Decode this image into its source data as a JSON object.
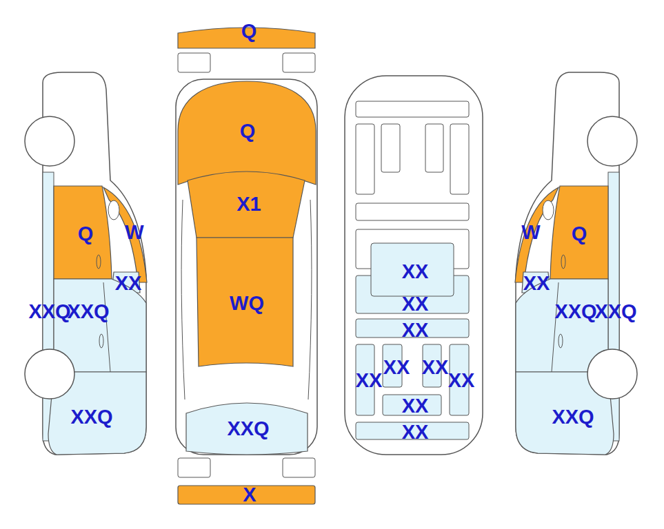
{
  "diagram": {
    "labels": [
      "Q",
      "Q",
      "X1",
      "WQ",
      "XXQ",
      "X",
      "Q",
      "W",
      "XX",
      "XXQ",
      "XXQ",
      "XXQ",
      "XX",
      "XX",
      "XX",
      "XX",
      "XX",
      "XX",
      "XX",
      "XX",
      "XX",
      "W",
      "Q",
      "XX",
      "XXQ",
      "XXQ",
      "XXQ"
    ]
  }
}
